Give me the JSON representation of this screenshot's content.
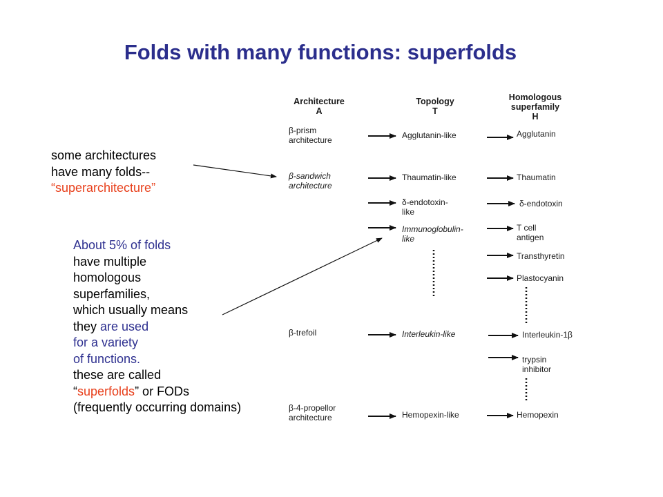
{
  "title": "Folds with many functions: superfolds",
  "note1": {
    "line1": "some architectures",
    "line2": "have many folds--",
    "line3": "“superarchitecture”"
  },
  "note2": {
    "l1": "About 5% of folds",
    "l2": "have multiple",
    "l3": "homologous",
    "l4": "superfamilies,",
    "l5": "which usually means",
    "l6a": "they ",
    "l6b": "are used",
    "l7": "for a variety",
    "l8": "of functions.",
    "l9": "these are called",
    "l10a": "“",
    "l10b": "superfolds",
    "l10c": "” or FODs",
    "l11": "(frequently occurring domains)"
  },
  "headers": {
    "architecture_l1": "Architecture",
    "architecture_l2": "A",
    "topology_l1": "Topology",
    "topology_l2": "T",
    "homologous_l1": "Homologous",
    "homologous_l2": "superfamily",
    "homologous_l3": "H"
  },
  "architectures": {
    "prism_l1": "β-prism",
    "prism_l2": "architecture",
    "sandwich_l1": "β-sandwich",
    "sandwich_l2": "architecture",
    "trefoil": "β-trefoil",
    "propellor_l1": "β-4-propellor",
    "propellor_l2": "architecture"
  },
  "topologies": {
    "agglutinin": "Agglutanin-like",
    "thaumatin": "Thaumatin-like",
    "endotoxin_l1": "δ-endotoxin-",
    "endotoxin_l2": "like",
    "immuno_l1": "Immunoglobulin-",
    "immuno_l2": "like",
    "interleukin": "Interleukin-like",
    "hemopexin": "Hemopexin-like"
  },
  "superfamilies": {
    "agglutanin": "Agglutanin",
    "thaumatin": "Thaumatin",
    "endotoxin": "δ-endotoxin",
    "tcell_l1": "T cell",
    "tcell_l2": "antigen",
    "transthyretin": "Transthyretin",
    "plastocyanin": "Plastocyanin",
    "interleukin": "Interleukin-1β",
    "trypsin_l1": "trypsin",
    "trypsin_l2": "inhibitor",
    "hemopexin": "Hemopexin"
  }
}
